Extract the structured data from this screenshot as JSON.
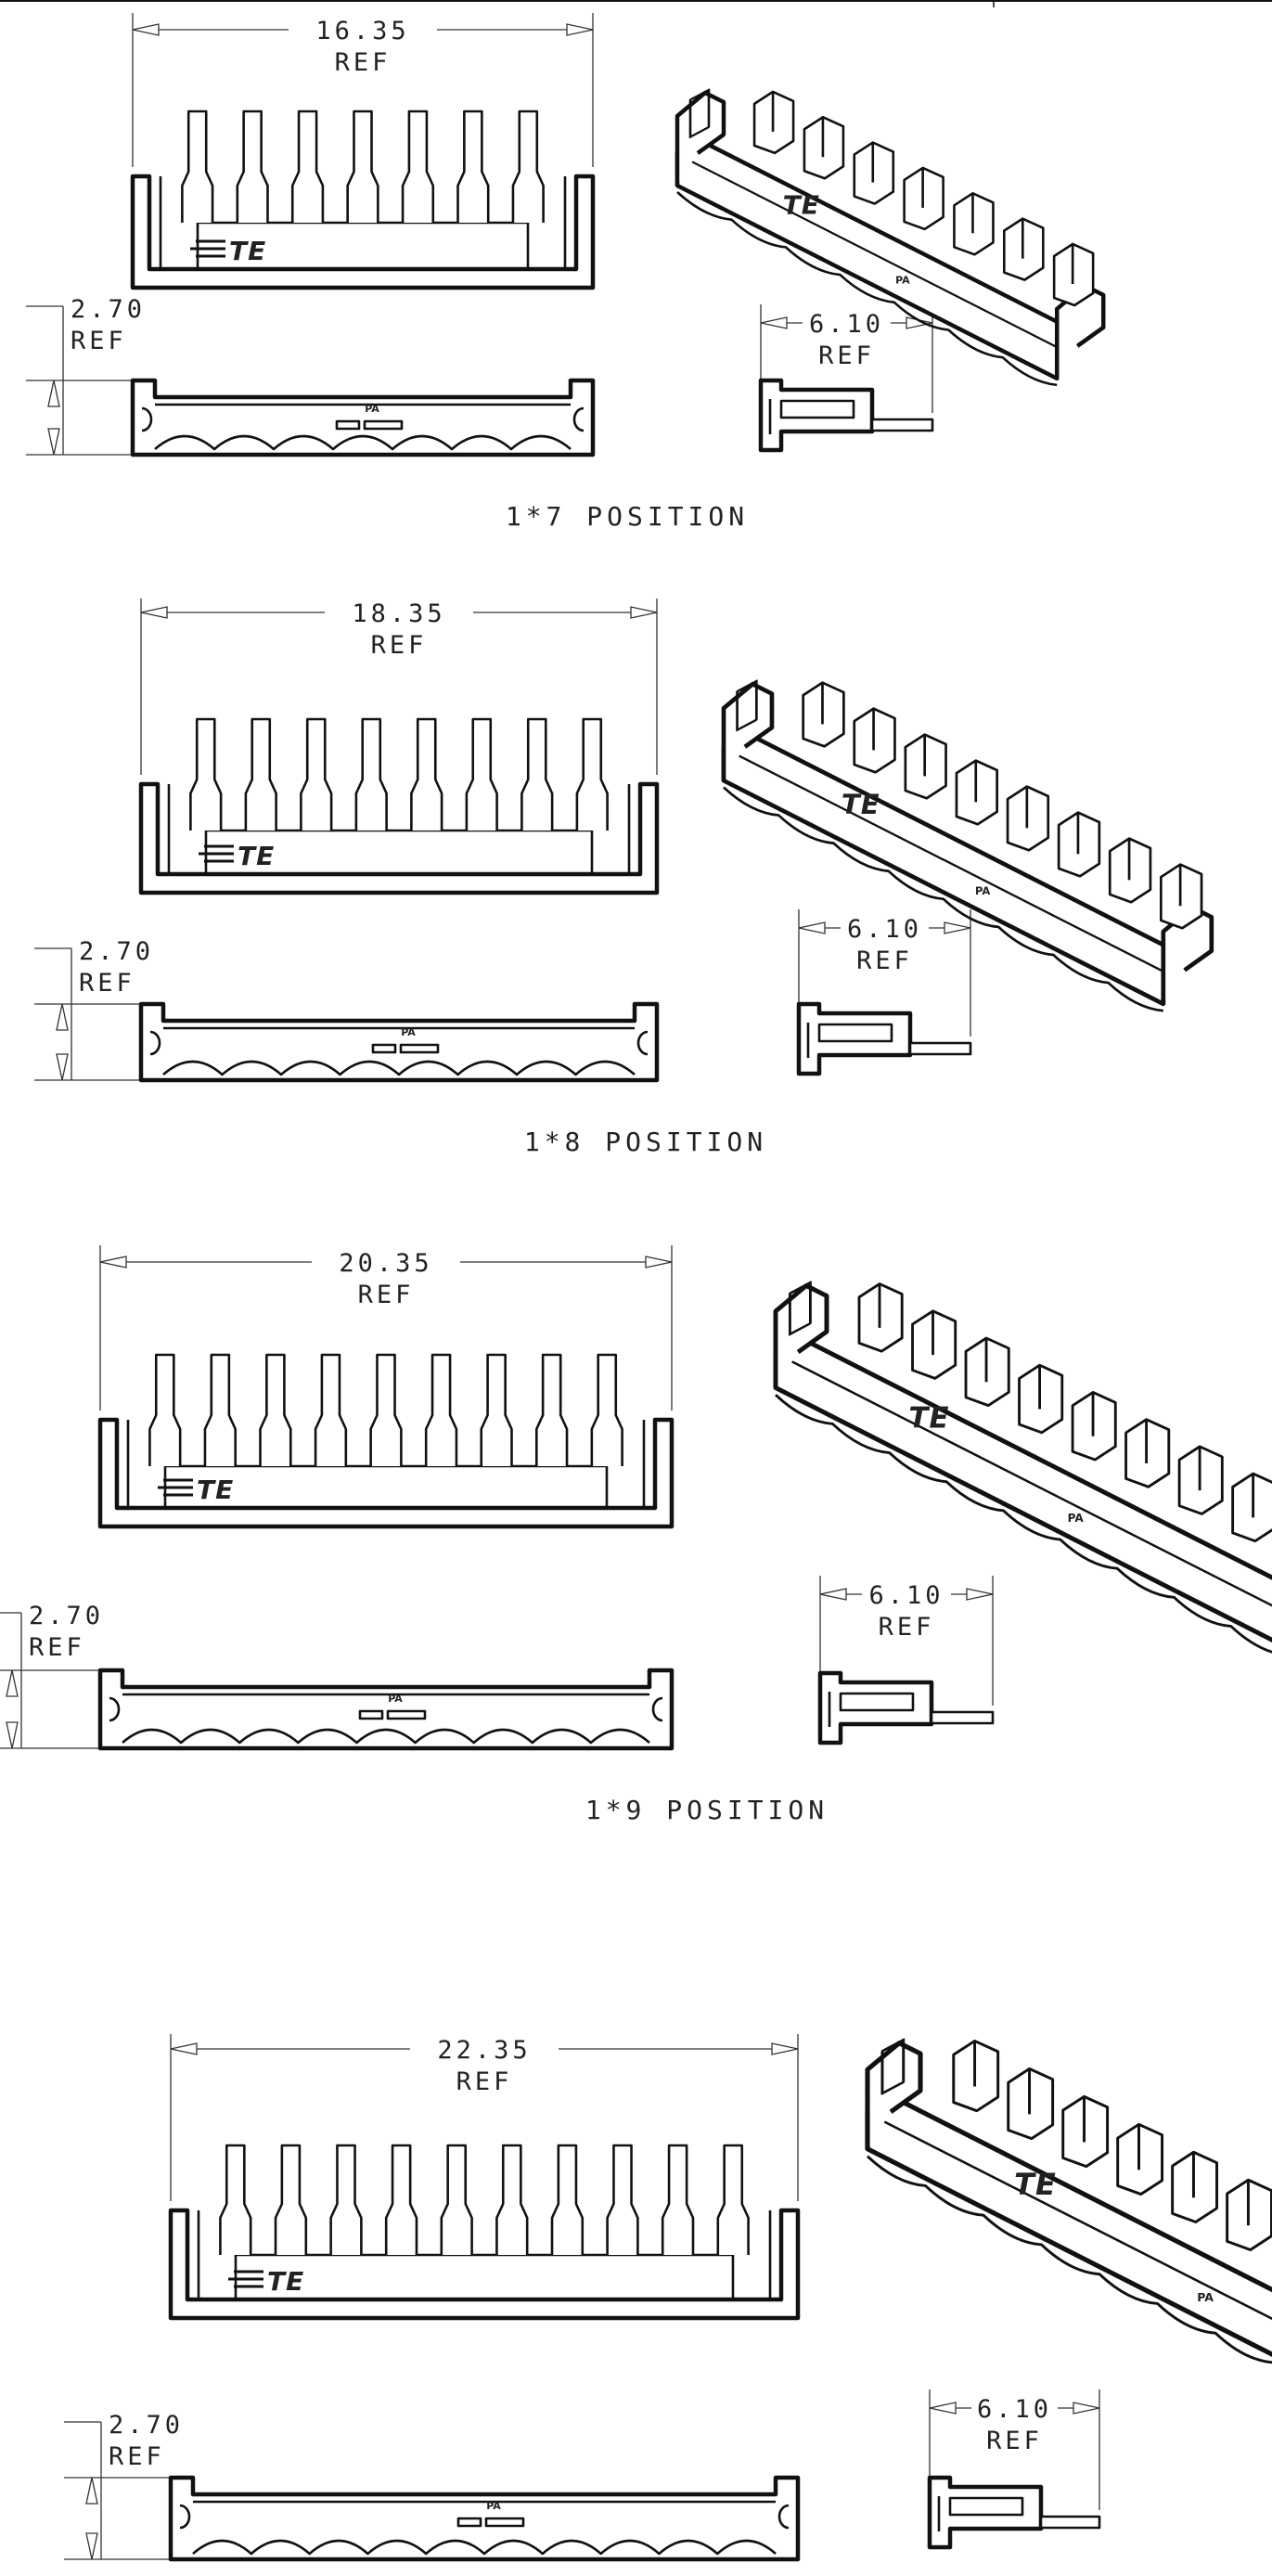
{
  "sheet": {
    "logo_text": "TE",
    "pa_mark": "PA",
    "colors": {
      "ink": "#111111",
      "dim_line": "#333333",
      "paper": "#ffffff"
    }
  },
  "views": [
    {
      "positions": 7,
      "width_dim": "16.35",
      "height_dim": "2.70",
      "depth_dim": "6.10",
      "ref": "REF",
      "caption": "1*7 POSITION"
    },
    {
      "positions": 8,
      "width_dim": "18.35",
      "height_dim": "2.70",
      "depth_dim": "6.10",
      "ref": "REF",
      "caption": "1*8 POSITION"
    },
    {
      "positions": 9,
      "width_dim": "20.35",
      "height_dim": "2.70",
      "depth_dim": "6.10",
      "ref": "REF",
      "caption": "1*9 POSITION"
    },
    {
      "positions": 10,
      "width_dim": "22.35",
      "height_dim": "2.70",
      "depth_dim": "6.10",
      "ref": "REF",
      "caption": ""
    }
  ]
}
